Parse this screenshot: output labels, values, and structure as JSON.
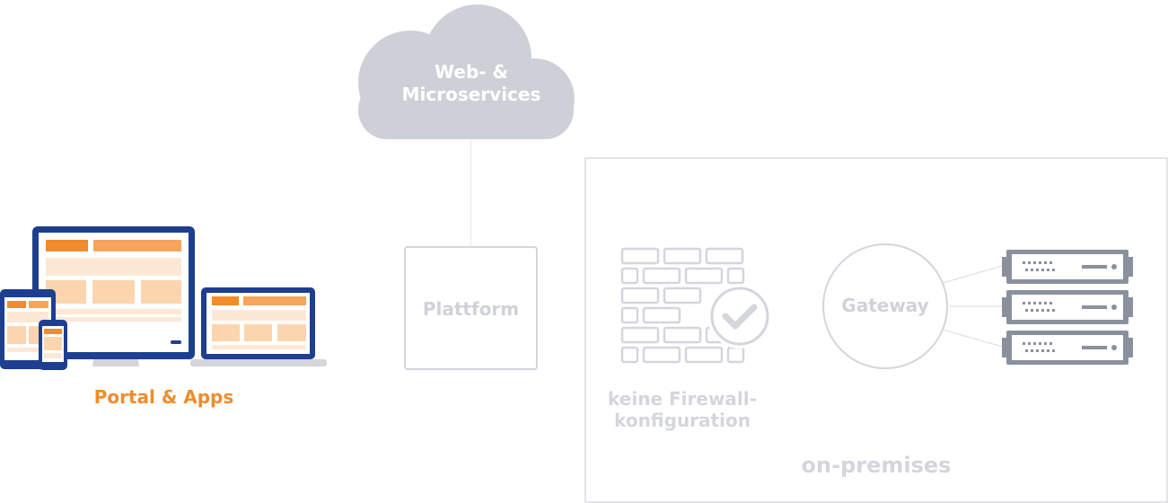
{
  "cloud": {
    "line1": "Web- &",
    "line2": "Microservices"
  },
  "platform": {
    "label": "Plattform"
  },
  "devices": {
    "label": "Portal & Apps"
  },
  "firewall": {
    "line1": "keine Firewall-",
    "line2": "konfiguration"
  },
  "gateway": {
    "label": "Gateway"
  },
  "onpremises": {
    "label": "on-premises"
  },
  "colors": {
    "orange": "#f08c2c",
    "navy": "#1e3f8f",
    "light_gray": "#d3d6db",
    "cloud_gray": "#cdd1d7",
    "server_gray": "#8a919c",
    "peach": "#fbd5ae"
  }
}
